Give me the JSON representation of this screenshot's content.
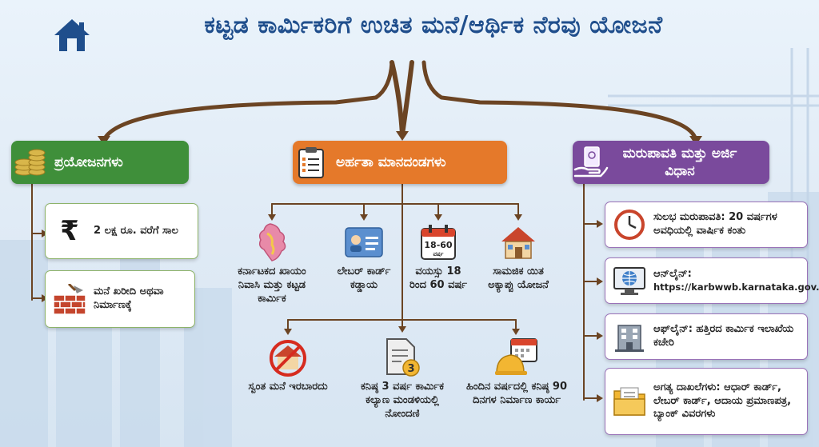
{
  "title": "ಕಟ್ಟಡ ಕಾರ್ಮಿಕರಿಗೆ ಉಚಿತ ಮನೆ/ಆರ್ಥಿಕ ನೆರವು ಯೋಜನೆ",
  "colors": {
    "green": "#3f8f3a",
    "orange": "#e5792a",
    "purple": "#7a4a9c",
    "brown": "#6b4423",
    "title": "#1f4e8c"
  },
  "benefits": {
    "header": "ಪ್ರಯೋಜನಗಳು",
    "icon": "coins-icon",
    "items": [
      {
        "icon": "rupee-icon",
        "text": "2 ಲಕ್ಷ ರೂ. ವರೆಗೆ ಸಾಲ"
      },
      {
        "icon": "brick-wall-icon",
        "text": "ಮನೆ ಖರೀದಿ ಅಥವಾ ನಿರ್ಮಾಣಕ್ಕೆ"
      }
    ]
  },
  "eligibility": {
    "header": "ಅರ್ಹತಾ ಮಾನದಂಡಗಳು",
    "icon": "clipboard-icon",
    "row1": [
      {
        "icon": "karnataka-map-icon",
        "text": "ಕರ್ನಾಟಕದ ಖಾಯಂ ನಿವಾಸಿ ಮತ್ತು ಕಟ್ಟಡ ಕಾರ್ಮಿಕ"
      },
      {
        "icon": "id-card-icon",
        "text": "ಲೇಬರ್ ಕಾರ್ಡ್ ಕಡ್ಡಾಯ"
      },
      {
        "icon": "calendar-icon",
        "text": "ವಯಸ್ಸು 18 ರಿಂದ 60 ವರ್ಷ",
        "calendar_text": "18-60",
        "calendar_sub": "ವರ್ಷ"
      },
      {
        "icon": "house-icon",
        "text": "ಸಾಮಜಿಕ ಯಿತ ಅಕ್ಯಾಪ್ಪು ಯೋಜನೆ"
      }
    ],
    "row2": [
      {
        "icon": "no-house-icon",
        "text": "ಸ್ವಂತ ಮನೆ ಇರಬಾರದು"
      },
      {
        "icon": "document-icon",
        "text": "ಕನಿಷ್ಠ 3 ವರ್ಷ ಕಾರ್ಮಿಕ ಕಲ್ಯಾಣ ಮಂಡಳಿಯಲ್ಲಿ ನೋಂದಣಿ",
        "badge": "3"
      },
      {
        "icon": "helmet-calendar-icon",
        "text": "ಹಿಂದಿನ ವರ್ಷದಲ್ಲಿ ಕನಿಷ್ಠ 90 ದಿನಗಳ ನಿರ್ಮಾಣ ಕಾರ್ಯ"
      }
    ]
  },
  "repayment": {
    "header": "ಮರುಪಾವತಿ ಮತ್ತು ಅರ್ಜಿ ವಿಧಾನ",
    "icon": "hand-money-icon",
    "items": [
      {
        "icon": "clock-icon",
        "text": "ಸುಲಭ ಮರುಪಾವತಿ: 20 ವರ್ಷಗಳ ಅವಧಿಯಲ್ಲಿ ವಾರ್ಷಿಕ ಕಂತು"
      },
      {
        "icon": "computer-globe-icon",
        "text": "ಆನ್‌ಲೈನ್:",
        "sub": "https://karbwwb.karnataka.gov.in/"
      },
      {
        "icon": "office-building-icon",
        "text": "ಆಫ್‌ಲೈನ್: ಹತ್ತಿರದ ಕಾರ್ಮಿಕ ಇಲಾಖೆಯ ಕಚೇರಿ"
      },
      {
        "icon": "folder-icon",
        "text": "ಅಗತ್ಯ ದಾಖಲೆಗಳು: ಆಧಾರ್ ಕಾರ್ಡ್, ಲೇಬರ್ ಕಾರ್ಡ್, ಆದಾಯ ಪ್ರಮಾಣಪತ್ರ, ಬ್ಯಾಂಕ್ ವಿವರಗಳು"
      }
    ]
  }
}
